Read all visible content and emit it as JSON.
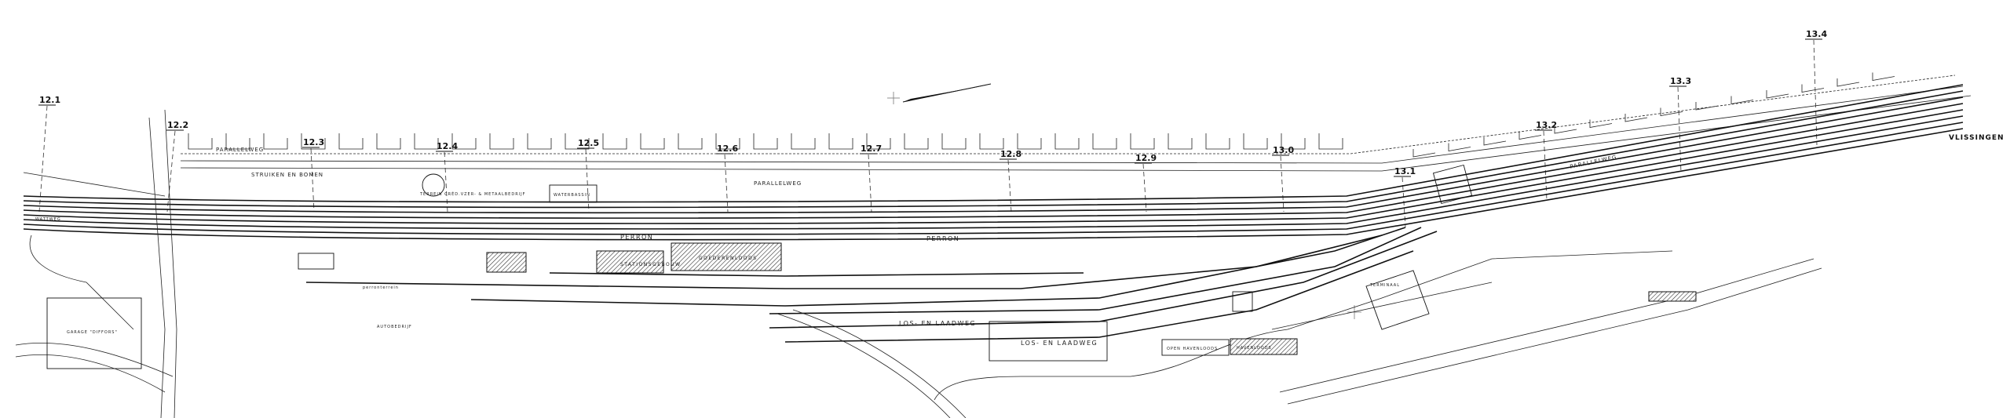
{
  "drawing": {
    "km_markers": [
      "12.1",
      "12.2",
      "12.3",
      "12.4",
      "12.5",
      "12.6",
      "12.7",
      "12.8",
      "12.9",
      "13.0",
      "13.1",
      "13.2",
      "13.3",
      "13.4"
    ],
    "labels": {
      "parallelweg_1": "PARALLELWEG",
      "parallelweg_2": "PARALLELWEG",
      "parallelweg_3": "PARALLELWEG",
      "struiken": "STRUIKEN EN BOMEN",
      "terrein": "TERREIN CRÉD.VZER- & METAALBEDRIJF",
      "waterbassin": "WATERBASSIN",
      "perron_1": "PERRON",
      "perron_2": "PERRON",
      "stationsgebouw": "STATIONSGEBOUW",
      "goederenloods": "GOEDERENLOODS",
      "los_laadweg_1": "LOS- EN LAADWEG",
      "los_laadweg_2": "LOS- EN LAADWEG",
      "open_havenloods": "OPEN HAVENLOODS",
      "havenloods": "HAVENLOODS",
      "garage": "GARAGE \"DIFFORS\"",
      "perronterrein": "perronterrein",
      "wattweg": "WATTWEG",
      "autobedrijf": "AUTOBEDRIJF",
      "terminus": "TERMINAAL",
      "vlissingen": "VLISSINGEN"
    }
  }
}
